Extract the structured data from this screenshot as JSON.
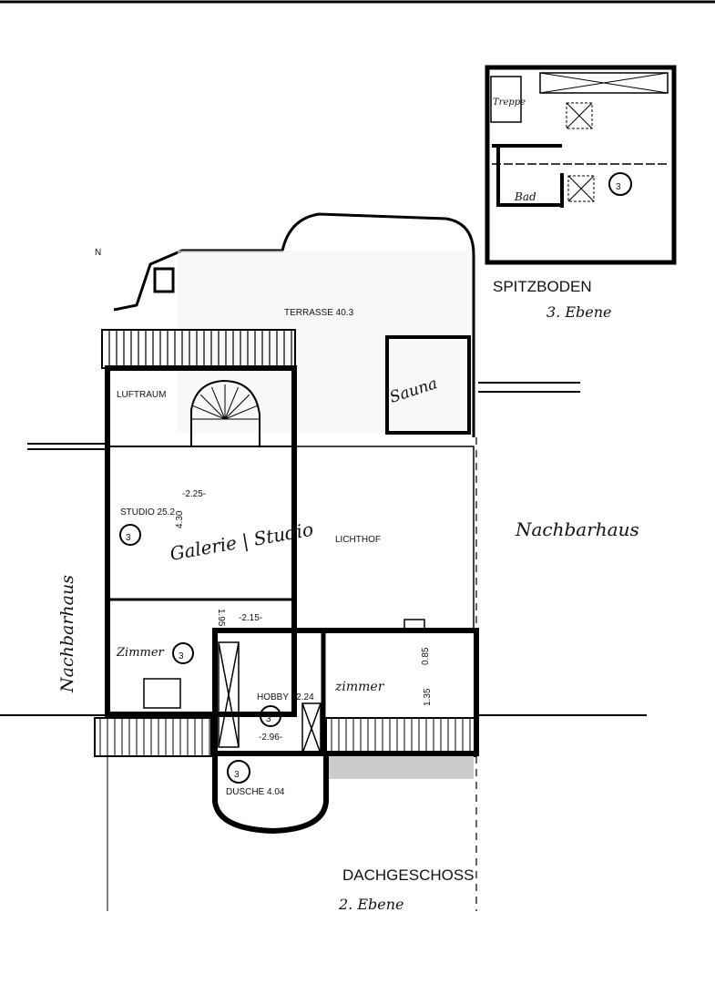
{
  "plan": {
    "north_label": "N",
    "terrace": "TERRASSE 40.3",
    "luftraum": "LUFTRAUM",
    "sauna": "Sauna",
    "studio": "STUDIO 25.2",
    "studio_dim_w": "-2.25-",
    "studio_dim_h": "4.30",
    "galerie": "Galerie | Studio",
    "lichthof": "LICHTHOF",
    "zimmer_left": "Zimmer",
    "dim_195": "1.95",
    "dim_215": "-2.15-",
    "hobby": "HOBBY 12.24",
    "hobby_dim": "-2.96-",
    "dusche": "DUSCHE 4.04",
    "zimmer_right": "zimmer",
    "dim_085": "0.85",
    "dim_135": "1.35",
    "room_marker": "3",
    "neighbor_left": "Nachbarhaus",
    "neighbor_right": "Nachbarhaus",
    "floor_title": "DACHGESCHOSS",
    "floor_level": "2. Ebene"
  },
  "inset": {
    "treppe": "Treppe",
    "bad": "Bad",
    "room_marker": "3",
    "title": "SPITZBODEN",
    "level": "3. Ebene"
  }
}
